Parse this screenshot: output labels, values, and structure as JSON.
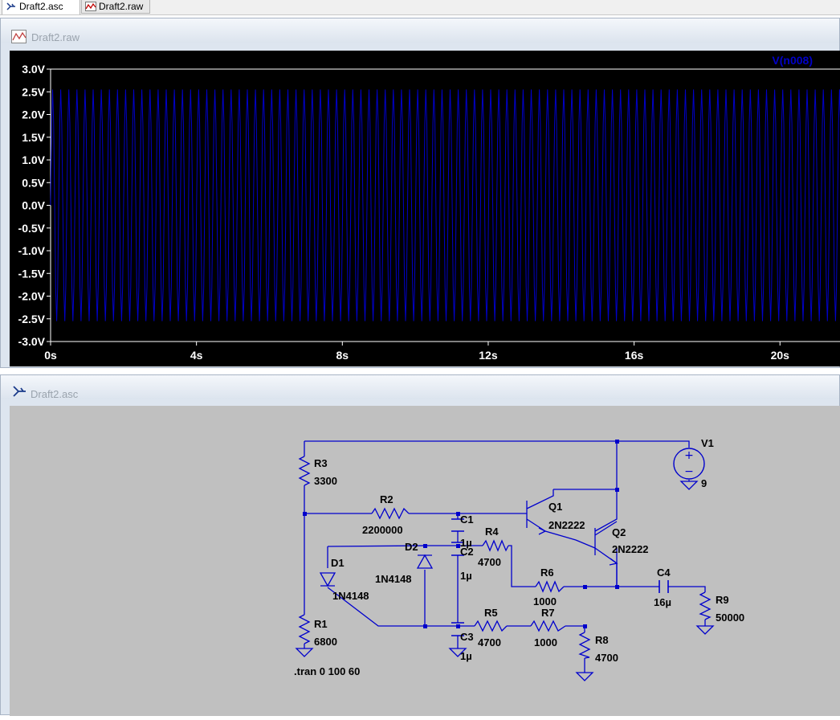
{
  "tabs": [
    {
      "label": "Draft2.asc",
      "active": true,
      "icon": "schematic-icon"
    },
    {
      "label": "Draft2.raw",
      "active": false,
      "icon": "waveform-icon"
    }
  ],
  "waveform_window": {
    "title": "Draft2.raw",
    "trace_label": "V(n008)",
    "trace_color": "#0000c8",
    "background": "#000000"
  },
  "chart_data": {
    "type": "line",
    "series": [
      {
        "name": "V(n008)",
        "shape": "periodic oscillation",
        "cycles_shown": 98,
        "amplitude": 2.55,
        "offset": 0
      }
    ],
    "xlim": [
      0,
      21.8
    ],
    "ylim": [
      -3.0,
      3.0
    ],
    "xticks": [
      "0s",
      "4s",
      "8s",
      "12s",
      "16s",
      "20s"
    ],
    "xtick_values": [
      0,
      4,
      8,
      12,
      16,
      20
    ],
    "yticks": [
      "3.0V",
      "2.5V",
      "2.0V",
      "1.5V",
      "1.0V",
      "0.5V",
      "0.0V",
      "-0.5V",
      "-1.0V",
      "-1.5V",
      "-2.0V",
      "-2.5V",
      "-3.0V"
    ],
    "ytick_values": [
      3.0,
      2.5,
      2.0,
      1.5,
      1.0,
      0.5,
      0.0,
      -0.5,
      -1.0,
      -1.5,
      -2.0,
      -2.5,
      -3.0
    ],
    "grid": false,
    "legend": "top-right"
  },
  "schematic_window": {
    "title": "Draft2.asc",
    "components": {
      "R3": {
        "name": "R3",
        "value": "3300"
      },
      "R2": {
        "name": "R2",
        "value": "2200000"
      },
      "R1": {
        "name": "R1",
        "value": "6800"
      },
      "R4": {
        "name": "R4",
        "value": "4700"
      },
      "R5": {
        "name": "R5",
        "value": "4700"
      },
      "R6": {
        "name": "R6",
        "value": "1000"
      },
      "R7": {
        "name": "R7",
        "value": "1000"
      },
      "R8": {
        "name": "R8",
        "value": "4700"
      },
      "R9": {
        "name": "R9",
        "value": "50000"
      },
      "C1": {
        "name": "C1",
        "value": "1µ"
      },
      "C2": {
        "name": "C2",
        "value": "1µ"
      },
      "C3": {
        "name": "C3",
        "value": "1µ"
      },
      "C4": {
        "name": "C4",
        "value": "16µ"
      },
      "D1": {
        "name": "D1",
        "value": "1N4148"
      },
      "D2": {
        "name": "D2",
        "value": "1N4148"
      },
      "Q1": {
        "name": "Q1",
        "value": "2N2222"
      },
      "Q2": {
        "name": "Q2",
        "value": "2N2222"
      },
      "V1": {
        "name": "V1",
        "value": "9"
      }
    },
    "directive": ".tran 0 100 60"
  }
}
